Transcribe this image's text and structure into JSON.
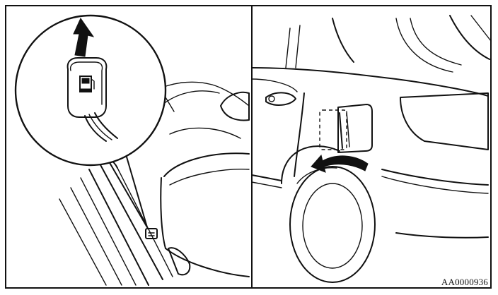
{
  "figure": {
    "code": "AA0000936"
  },
  "panels": [
    {
      "content": "fuel-lid-release-switch",
      "callout": "magnified"
    },
    {
      "content": "fuel-filler-door",
      "arrow": "opening-direction"
    }
  ],
  "icons": {
    "fuel_pump": "fuel-pump-icon",
    "up_arrow": "up-arrow-icon",
    "curved_arrow": "curved-arrow-icon"
  }
}
